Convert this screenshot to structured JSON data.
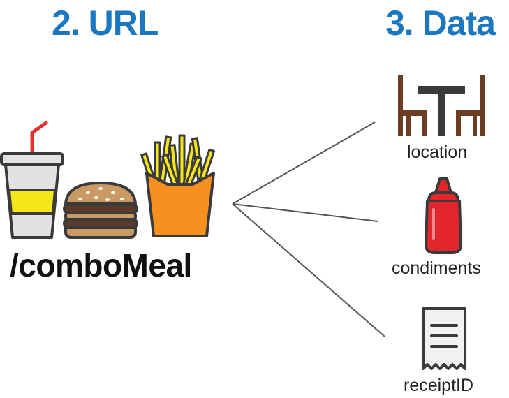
{
  "headings": {
    "url": "2. URL",
    "data": "3. Data"
  },
  "url_path": "/comboMeal",
  "data_items": [
    {
      "label": "location",
      "icon": "table-chairs-icon"
    },
    {
      "label": "condiments",
      "icon": "ketchup-bottle-icon"
    },
    {
      "label": "receiptID",
      "icon": "receipt-icon"
    }
  ],
  "url_icons": [
    "soda-cup-icon",
    "burger-icon",
    "fries-icon"
  ],
  "colors": {
    "heading": "#1a77c0",
    "text": "#111111",
    "outline": "#3a3a3a",
    "drink_fill": "#f5e51b",
    "cup": "#e2e2e2",
    "straw": "#e63030",
    "bun": "#c99a64",
    "patty": "#5a3b2a",
    "fries": "#f5e51b",
    "fries_box": "#f7901e",
    "furniture": "#6b3d22",
    "ketchup": "#e3262b",
    "receipt": "#f2f2f2",
    "connector": "#555555"
  }
}
